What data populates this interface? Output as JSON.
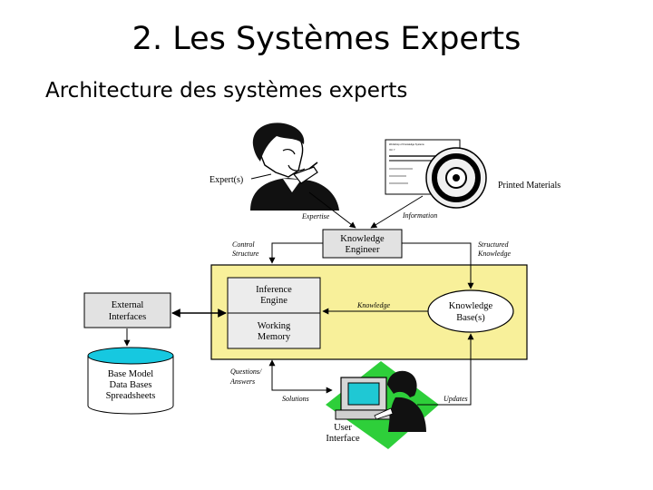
{
  "slide": {
    "title": "2. Les Systèmes Experts",
    "subtitle": "Architecture des systèmes experts"
  },
  "diagram": {
    "nodes": {
      "experts": "Expert(s)",
      "printed_materials": "Printed Materials",
      "knowledge_engineer": [
        "Knowledge",
        "Engineer"
      ],
      "inference_engine": [
        "Inference",
        "Engine"
      ],
      "working_memory": [
        "Working",
        "Memory"
      ],
      "knowledge_base": [
        "Knowledge",
        "Base(s)"
      ],
      "external_interfaces": [
        "External",
        "Interfaces"
      ],
      "database": [
        "Base Model",
        "Data Bases",
        "Spreadsheets"
      ],
      "user_interface": [
        "User",
        "Interface"
      ]
    },
    "edge_labels": {
      "expertise": "Expertise",
      "information": "Information",
      "control_structure": [
        "Control",
        "Structure"
      ],
      "structured_knowledge": [
        "Structured",
        "Knowledge"
      ],
      "knowledge": "Knowledge",
      "questions_answers": [
        "Questions/",
        "Answers"
      ],
      "solutions": "Solutions",
      "updates": "Updates"
    },
    "document_text": [
      "Workshop of Knowledge Systems",
      "Vol. 7"
    ],
    "colors": {
      "core_box": "#f8f09a",
      "gray_box": "#e2e2e2",
      "screen": "#1fc8d4",
      "green_backdrop": "#2ecf3a",
      "lines": "#000000"
    }
  }
}
